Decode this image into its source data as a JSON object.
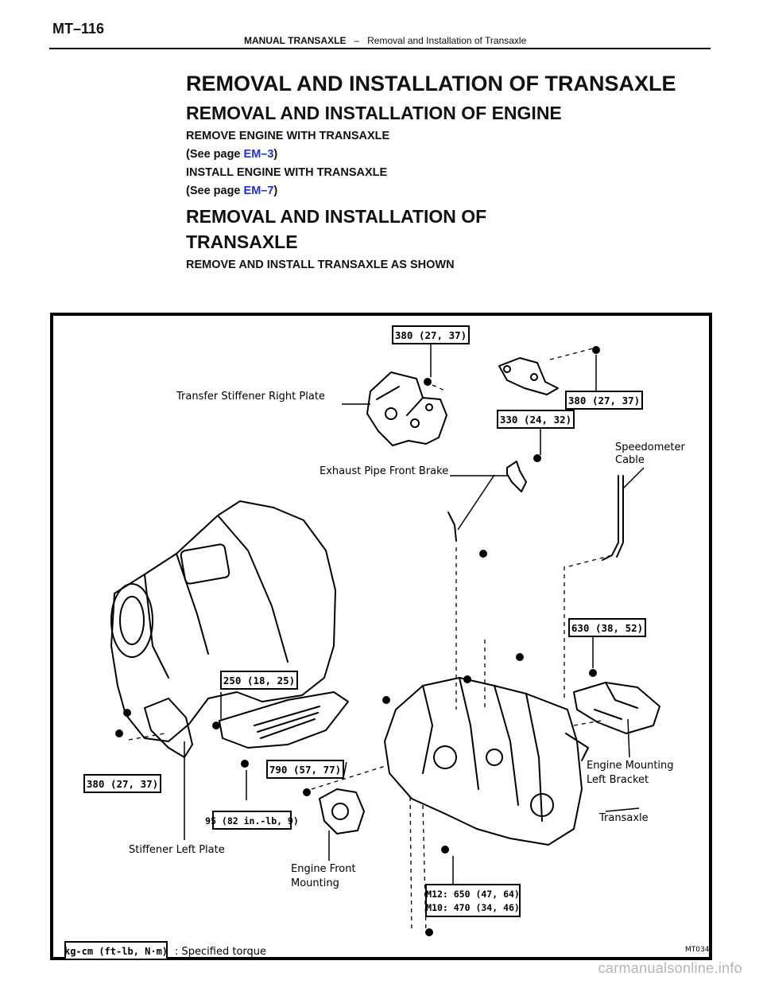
{
  "header": {
    "page_number": "MT–116",
    "section": "MANUAL TRANSAXLE",
    "separator": "–",
    "subsection": "Removal and Installation of Transaxle"
  },
  "content": {
    "title": "REMOVAL AND INSTALLATION OF TRANSAXLE",
    "heading_engine": "REMOVAL AND INSTALLATION OF ENGINE",
    "remove_engine": "REMOVE ENGINE WITH TRANSAXLE",
    "see_page_1_prefix": "(See page ",
    "see_page_1_link": "EM–3",
    "see_page_1_suffix": ")",
    "install_engine": "INSTALL ENGINE WITH TRANSAXLE",
    "see_page_2_prefix": "(See page ",
    "see_page_2_link": "EM–7",
    "see_page_2_suffix": ")",
    "heading_transaxle_line1": "REMOVAL AND INSTALLATION OF",
    "heading_transaxle_line2": "TRANSAXLE",
    "instruction": "REMOVE AND INSTALL TRANSAXLE AS SHOWN"
  },
  "figure": {
    "torque_callouts": {
      "t1": "380 (27, 37)",
      "t2": "380 (27, 37)",
      "t3": "330 (24, 32)",
      "t4": "630 (38, 52)",
      "t5": "250 (18, 25)",
      "t6": "790 (57, 77)",
      "t7": "380 (27, 37)",
      "t8": "95 (82 in.-lb, 9)",
      "t9a": "M12: 650 (47, 64)",
      "t9b": "M10: 470 (34, 46)"
    },
    "labels": {
      "transfer_stiffener": "Transfer Stiffener Right Plate",
      "exhaust_pipe": "Exhaust Pipe Front Brake",
      "speedometer_1": "Speedometer",
      "speedometer_2": "Cable",
      "engine_mounting_1": "Engine Mounting",
      "engine_mounting_2": "Left Bracket",
      "transaxle": "Transaxle",
      "stiffener_left": "Stiffener Left Plate",
      "engine_front_1": "Engine Front",
      "engine_front_2": "Mounting"
    },
    "legend_box": "kg-cm (ft-lb, N·m)",
    "legend_text": ": Specified torque",
    "figure_code": "MT034"
  },
  "watermark": "carmanualsonline.info"
}
